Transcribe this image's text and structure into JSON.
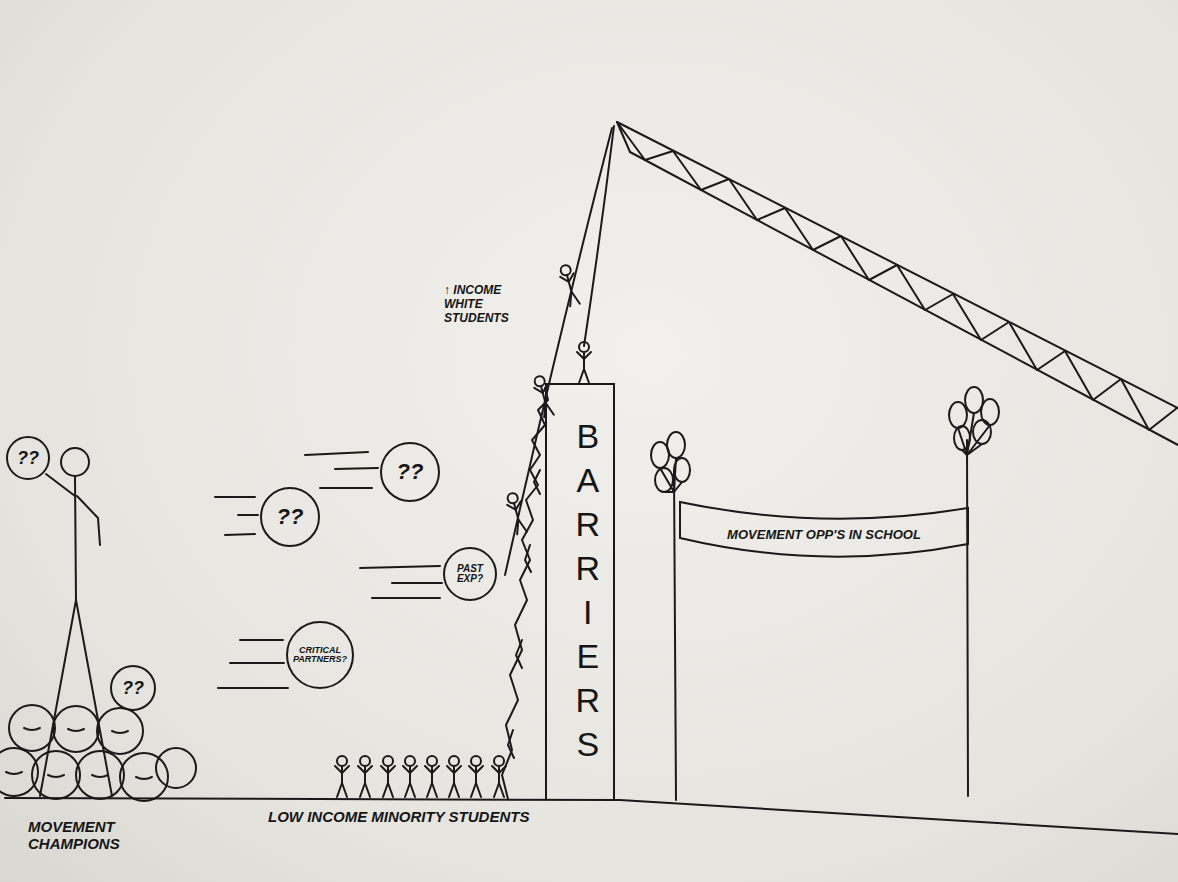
{
  "diagram": {
    "nodes": [
      {
        "text": [
          "??"
        ]
      },
      {
        "text": [
          "??"
        ]
      },
      {
        "text": [
          "??"
        ]
      },
      {
        "text": [
          "PAST EXP?"
        ]
      },
      {
        "text": [
          "CRITICAL PARTNERS?"
        ]
      },
      {
        "text": [
          "??"
        ]
      },
      {
        "text": [
          "BARRIERS"
        ]
      },
      {
        "text": [
          "MOVEMENT OPP'S IN SCHOOL"
        ]
      }
    ],
    "labels": [
      "↑ INCOME WHITE STUDENTS",
      "LOW INCOME MINORITY STUDENTS",
      "MOVEMENT CHAMPIONS"
    ]
  }
}
